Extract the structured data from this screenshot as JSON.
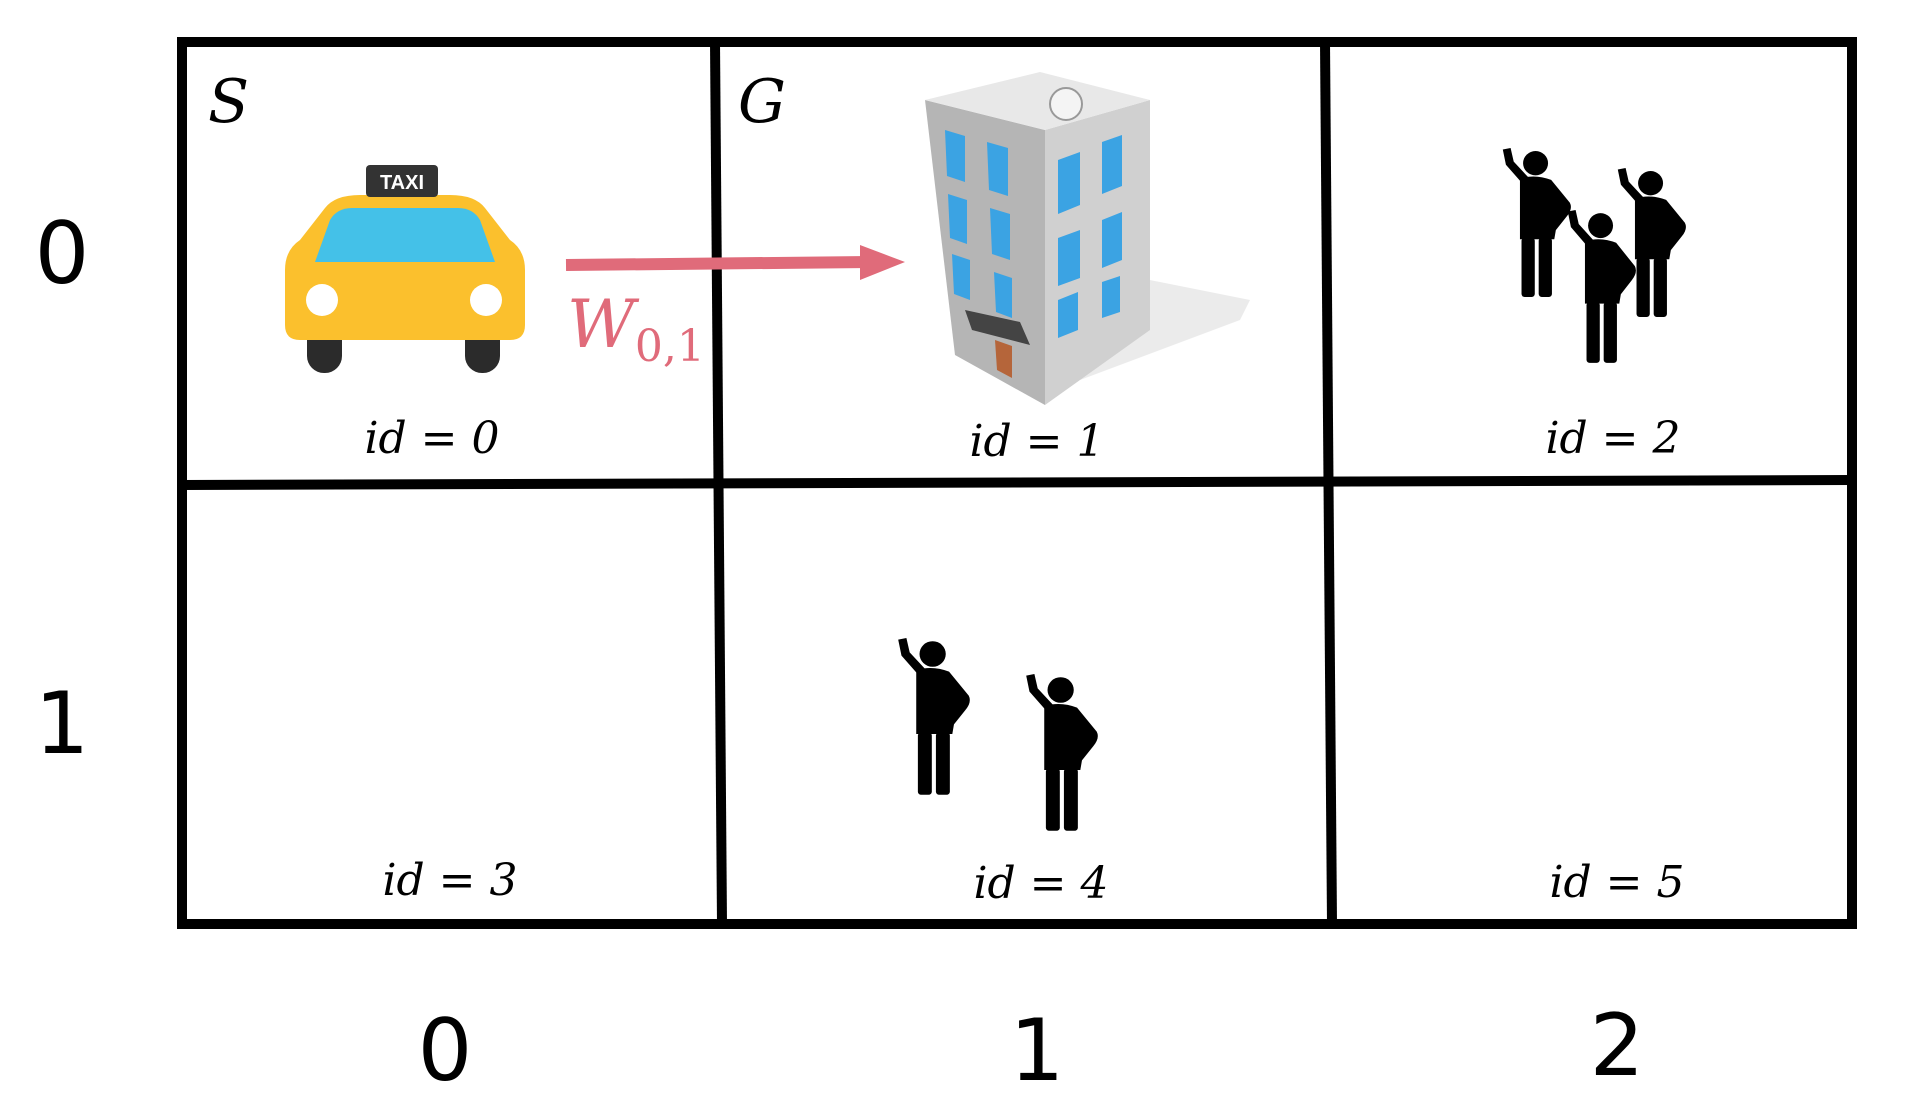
{
  "grid": {
    "rows": 2,
    "cols": 3,
    "row_labels": [
      "0",
      "1"
    ],
    "col_labels": [
      "0",
      "1",
      "2"
    ]
  },
  "cells": [
    {
      "id_text": "id =  0",
      "corner": "S",
      "contents": [
        "taxi"
      ]
    },
    {
      "id_text": "id =  1",
      "corner": "G",
      "contents": [
        "building"
      ]
    },
    {
      "id_text": "id =  2",
      "corner": "",
      "contents": [
        "person",
        "person",
        "person"
      ]
    },
    {
      "id_text": "id =  3",
      "corner": "",
      "contents": []
    },
    {
      "id_text": "id =  4",
      "corner": "",
      "contents": [
        "person",
        "person"
      ]
    },
    {
      "id_text": "id =  5",
      "corner": "",
      "contents": []
    }
  ],
  "taxi_sign": "TAXI",
  "edge_label": {
    "main": "W",
    "subscript": "0,1"
  },
  "colors": {
    "arrow": "#e06b7a",
    "taxi_body": "#fbc02d",
    "taxi_window": "#44c1e8",
    "building": "#b5b5b5",
    "window": "#3ba3e3",
    "grid_line": "#000000"
  },
  "icons": {
    "taxi": "taxi-icon",
    "building": "building-icon",
    "person": "person-waving-icon"
  }
}
